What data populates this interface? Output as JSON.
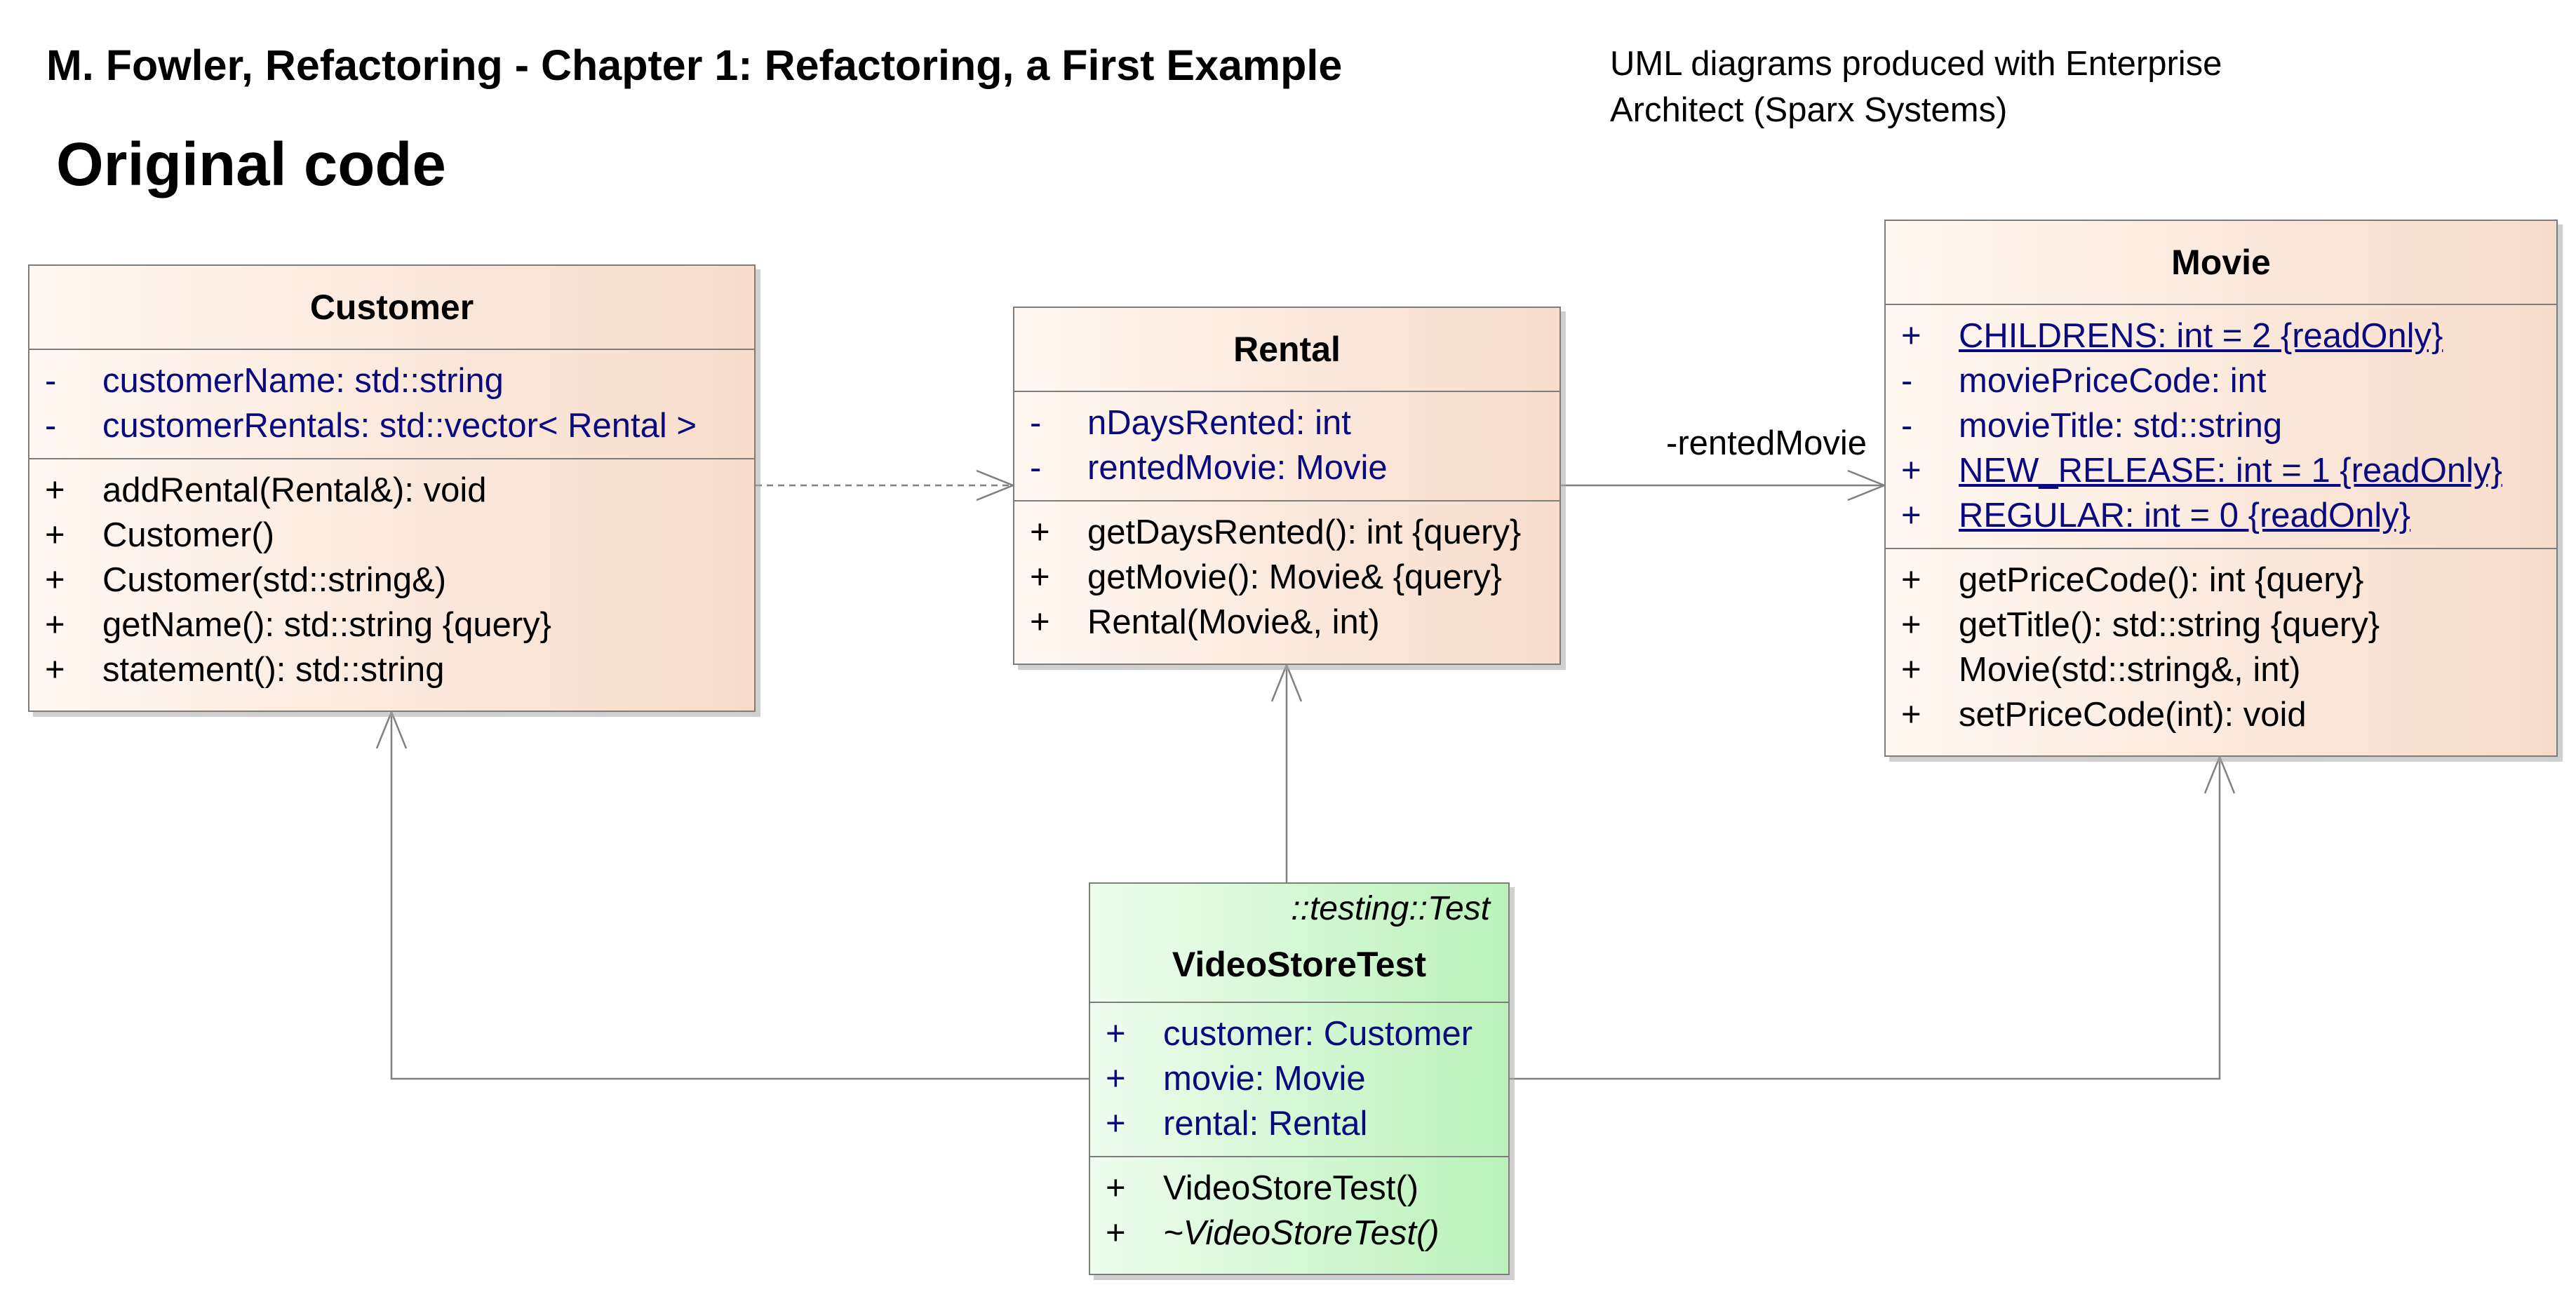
{
  "header": {
    "title": "M. Fowler, Refactoring - Chapter 1: Refactoring, a First Example",
    "note": "UML diagrams produced with Enterprise Architect (Sparx Systems)",
    "subtitle": "Original code"
  },
  "classes": {
    "customer": {
      "name": "Customer",
      "attributes": [
        {
          "vis": "-",
          "text": "customerName: std::string"
        },
        {
          "vis": "-",
          "text": "customerRentals: std::vector< Rental >"
        }
      ],
      "operations": [
        {
          "vis": "+",
          "text": "addRental(Rental&): void"
        },
        {
          "vis": "+",
          "text": "Customer()"
        },
        {
          "vis": "+",
          "text": "Customer(std::string&)"
        },
        {
          "vis": "+",
          "text": "getName(): std::string {query}"
        },
        {
          "vis": "+",
          "text": "statement(): std::string"
        }
      ]
    },
    "rental": {
      "name": "Rental",
      "attributes": [
        {
          "vis": "-",
          "text": "nDaysRented: int"
        },
        {
          "vis": "-",
          "text": "rentedMovie: Movie"
        }
      ],
      "operations": [
        {
          "vis": "+",
          "text": "getDaysRented(): int {query}"
        },
        {
          "vis": "+",
          "text": "getMovie(): Movie& {query}"
        },
        {
          "vis": "+",
          "text": "Rental(Movie&, int)"
        }
      ]
    },
    "movie": {
      "name": "Movie",
      "attributes": [
        {
          "vis": "+",
          "text": "CHILDRENS: int = 2 {readOnly}"
        },
        {
          "vis": "-",
          "text": "moviePriceCode: int"
        },
        {
          "vis": "-",
          "text": "movieTitle: std::string"
        },
        {
          "vis": "+",
          "text": "NEW_RELEASE: int = 1 {readOnly}"
        },
        {
          "vis": "+",
          "text": "REGULAR: int = 0 {readOnly}"
        }
      ],
      "operations": [
        {
          "vis": "+",
          "text": "getPriceCode(): int {query}"
        },
        {
          "vis": "+",
          "text": "getTitle(): std::string {query}"
        },
        {
          "vis": "+",
          "text": "Movie(std::string&, int)"
        },
        {
          "vis": "+",
          "text": "setPriceCode(int): void"
        }
      ]
    },
    "videostoretest": {
      "name": "VideoStoreTest",
      "stereotype": "::testing::Test",
      "attributes": [
        {
          "vis": "+",
          "text": "customer: Customer"
        },
        {
          "vis": "+",
          "text": "movie: Movie"
        },
        {
          "vis": "+",
          "text": "rental: Rental"
        }
      ],
      "operations": [
        {
          "vis": "+",
          "text": "VideoStoreTest()"
        },
        {
          "vis": "+",
          "text": "~VideoStoreTest()"
        }
      ]
    }
  },
  "relations": {
    "rental_movie_role": "-rentedMovie"
  },
  "colors": {
    "class_fill": "#fbe8db",
    "test_class_fill": "#d2f7d2",
    "attribute_text": "#0a0a80",
    "border": "#7d7d7d"
  }
}
